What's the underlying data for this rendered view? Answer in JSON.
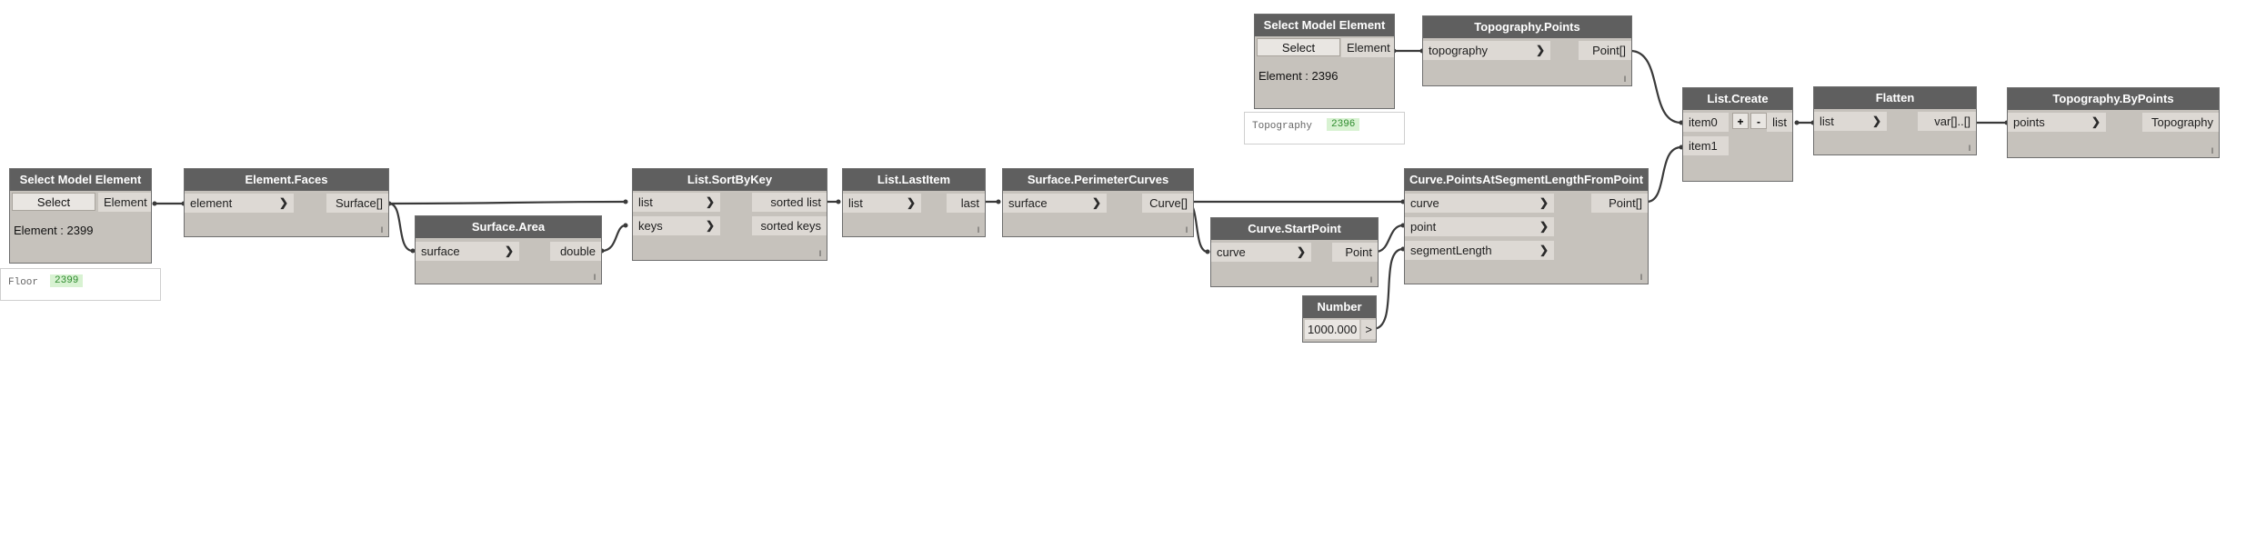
{
  "nodes": {
    "sme_floor": {
      "title": "Select Model Element",
      "select": "Select",
      "output": "Element",
      "element_text": "Element : 2399"
    },
    "element_faces": {
      "title": "Element.Faces",
      "input": "element",
      "output": "Surface[]"
    },
    "surface_area": {
      "title": "Surface.Area",
      "input": "surface",
      "output": "double"
    },
    "sort_by_key": {
      "title": "List.SortByKey",
      "inputs": [
        "list",
        "keys"
      ],
      "outputs": [
        "sorted list",
        "sorted keys"
      ]
    },
    "last_item": {
      "title": "List.LastItem",
      "input": "list",
      "output": "last"
    },
    "perimeter_curves": {
      "title": "Surface.PerimeterCurves",
      "input": "surface",
      "output": "Curve[]"
    },
    "start_point": {
      "title": "Curve.StartPoint",
      "input": "curve",
      "output": "Point"
    },
    "number": {
      "title": "Number",
      "value": "1000.000",
      "arrow": ">"
    },
    "points_at_seg": {
      "title": "Curve.PointsAtSegmentLengthFromPoint",
      "inputs": [
        "curve",
        "point",
        "segmentLength"
      ],
      "output": "Point[]"
    },
    "sme_topo": {
      "title": "Select Model Element",
      "select": "Select",
      "output": "Element",
      "element_text": "Element : 2396"
    },
    "topo_points": {
      "title": "Topography.Points",
      "input": "topography",
      "output": "Point[]"
    },
    "list_create": {
      "title": "List.Create",
      "inputs": [
        "item0",
        "item1"
      ],
      "plus": "+",
      "minus": "-",
      "output": "list"
    },
    "flatten": {
      "title": "Flatten",
      "input": "list",
      "output": "var[]..[]"
    },
    "topo_by_points": {
      "title": "Topography.ByPoints",
      "input": "points",
      "output": "Topography"
    }
  },
  "previews": {
    "floor": {
      "type": "Floor",
      "value": "2399"
    },
    "topography": {
      "type": "Topography",
      "value": "2396"
    }
  },
  "lacing_mark": "l",
  "chevron": "❯",
  "colors": {
    "node_body": "#c6c2bc",
    "node_header": "#5f5f5f",
    "port": "#ddd9d4",
    "wire": "#3a3a3a",
    "preview_value_bg": "#d8f2d2",
    "preview_value_text": "#2f8c2f"
  }
}
